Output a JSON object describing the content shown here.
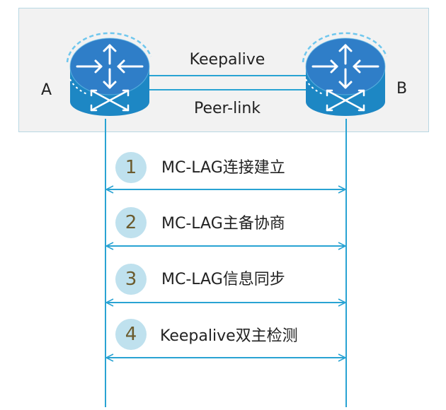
{
  "nodes": {
    "a_label": "A",
    "b_label": "B"
  },
  "links": {
    "keepalive": "Keepalive",
    "peer_link": "Peer-link"
  },
  "steps": [
    {
      "num": "1",
      "text": "MC-LAG连接建立"
    },
    {
      "num": "2",
      "text": "MC-LAG主备协商"
    },
    {
      "num": "3",
      "text": "MC-LAG信息同步"
    },
    {
      "num": "4",
      "text": "Keepalive双主检测"
    }
  ],
  "colors": {
    "line": "#29a3d3",
    "router_top": "#2f7ec8",
    "router_side": "#1d87c4",
    "badge": "#bfe1ee"
  },
  "icons": [
    "router-icon"
  ]
}
